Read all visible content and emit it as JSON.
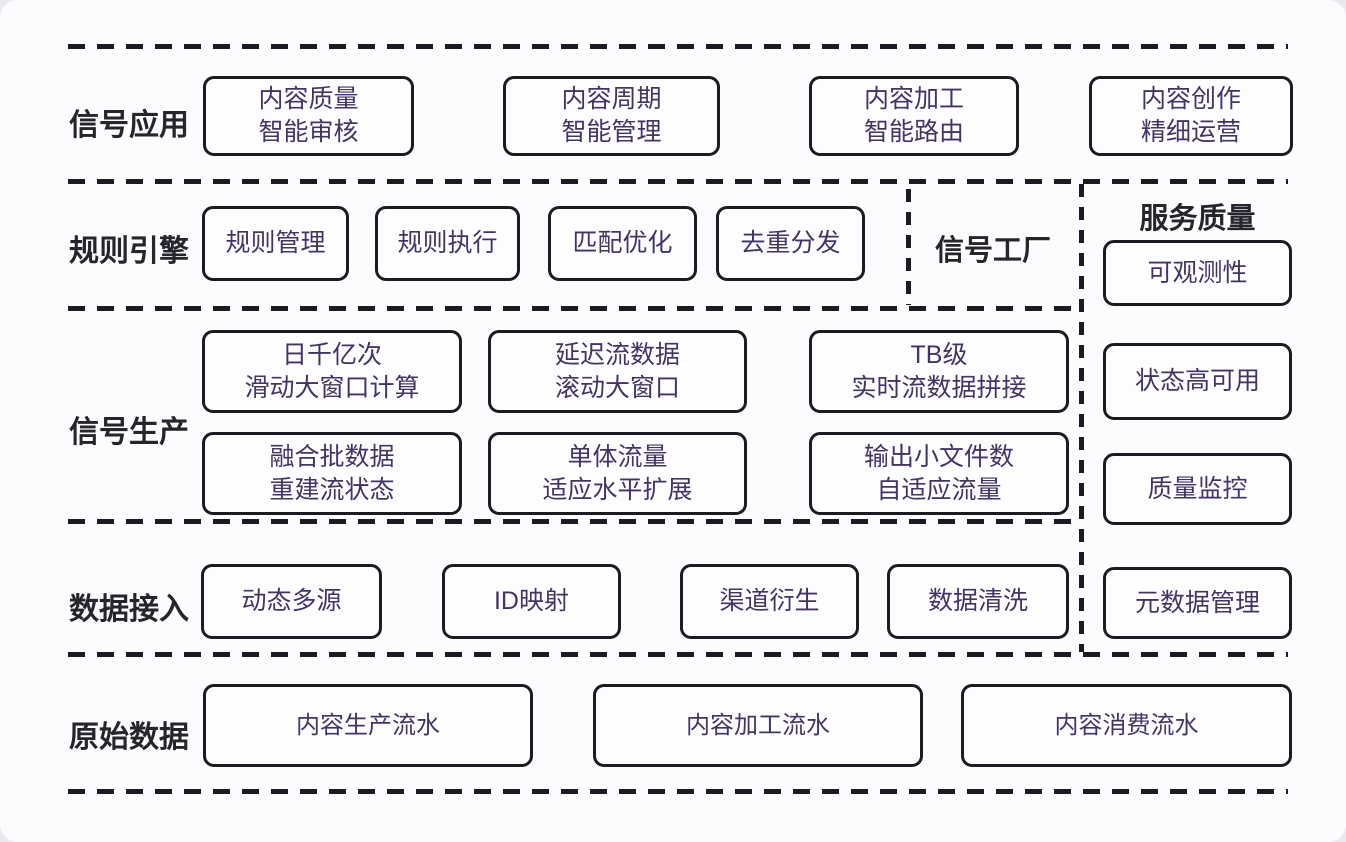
{
  "diagram": {
    "colors": {
      "line": "#1b1b24",
      "row_label_text": "#26252e",
      "box_text": "#443463",
      "box_background": "#fdfdff",
      "canvas_background": "#fcfcfe"
    },
    "rows": [
      {
        "label": "信号应用",
        "boxes": [
          {
            "label": "内容质量\n智能审核"
          },
          {
            "label": "内容周期\n智能管理"
          },
          {
            "label": "内容加工\n智能路由"
          },
          {
            "label": "内容创作\n精细运营"
          }
        ]
      },
      {
        "label": "规则引擎",
        "boxes": [
          {
            "label": "规则管理"
          },
          {
            "label": "规则执行"
          },
          {
            "label": "匹配优化"
          },
          {
            "label": "去重分发"
          }
        ],
        "zone_label": "信号工厂"
      },
      {
        "label": "信号生产",
        "boxes_top": [
          {
            "label": "日千亿次\n滑动大窗口计算"
          },
          {
            "label": "延迟流数据\n滚动大窗口"
          },
          {
            "label": "TB级\n实时流数据拼接"
          }
        ],
        "boxes_bottom": [
          {
            "label": "融合批数据\n重建流状态"
          },
          {
            "label": "单体流量\n适应水平扩展"
          },
          {
            "label": "输出小文件数\n自适应流量"
          }
        ]
      },
      {
        "label": "数据接入",
        "boxes": [
          {
            "label": "动态多源"
          },
          {
            "label": "ID映射"
          },
          {
            "label": "渠道衍生"
          },
          {
            "label": "数据清洗"
          }
        ]
      },
      {
        "label": "原始数据",
        "boxes": [
          {
            "label": "内容生产流水"
          },
          {
            "label": "内容加工流水"
          },
          {
            "label": "内容消费流水"
          }
        ]
      }
    ],
    "service_column": {
      "title": "服务质量",
      "boxes": [
        {
          "label": "可观测性"
        },
        {
          "label": "状态高可用"
        },
        {
          "label": "质量监控"
        },
        {
          "label": "元数据管理"
        }
      ]
    }
  }
}
